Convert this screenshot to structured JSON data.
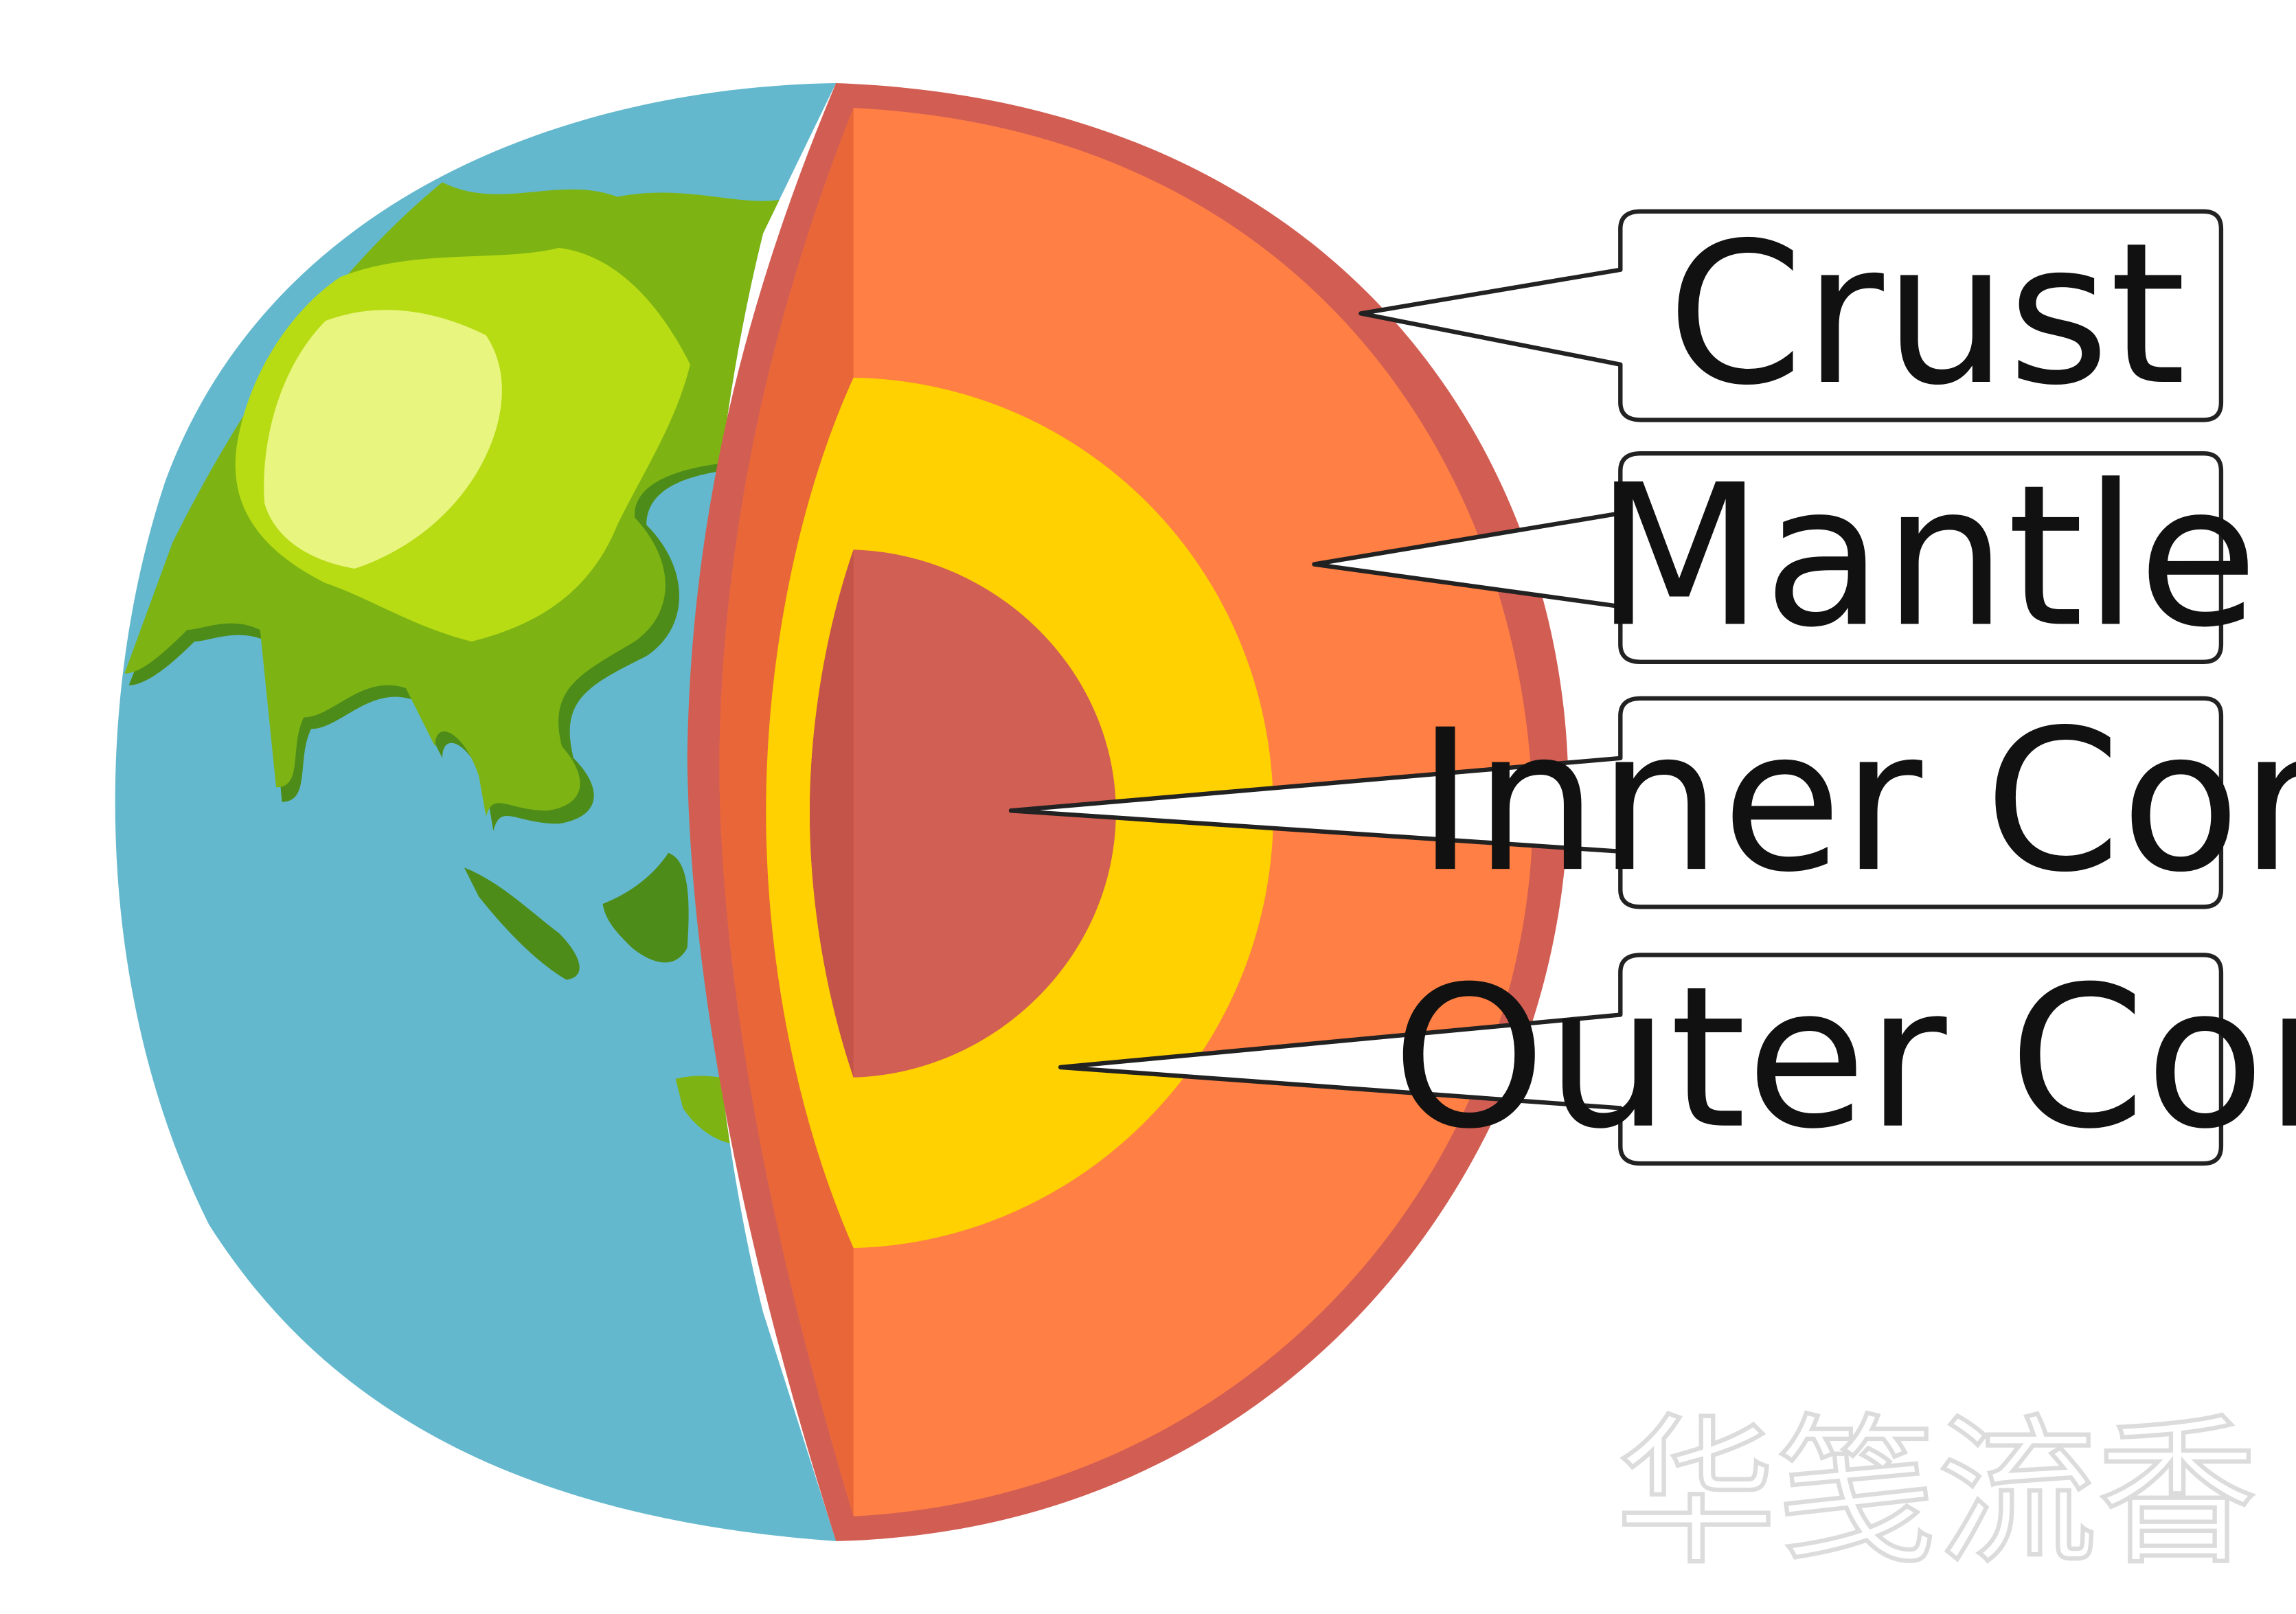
{
  "labels": {
    "crust": "Crust",
    "mantle": "Mantle",
    "inner_core": "Inner Core",
    "outer_core": "Outer Core"
  },
  "watermark": "华笺流香",
  "colors": {
    "ocean": "#63B8CD",
    "land_dark": "#4E8C19",
    "land_mid": "#7DB413",
    "land_light": "#B7DC14",
    "land_highlight": "#E8F57E",
    "crust": "#D25E53",
    "mantle": "#FF7F44",
    "mantle_shadow": "#E86637",
    "outer_core": "#FFD100",
    "inner_core": "#D25F53",
    "label_border": "#222222"
  }
}
